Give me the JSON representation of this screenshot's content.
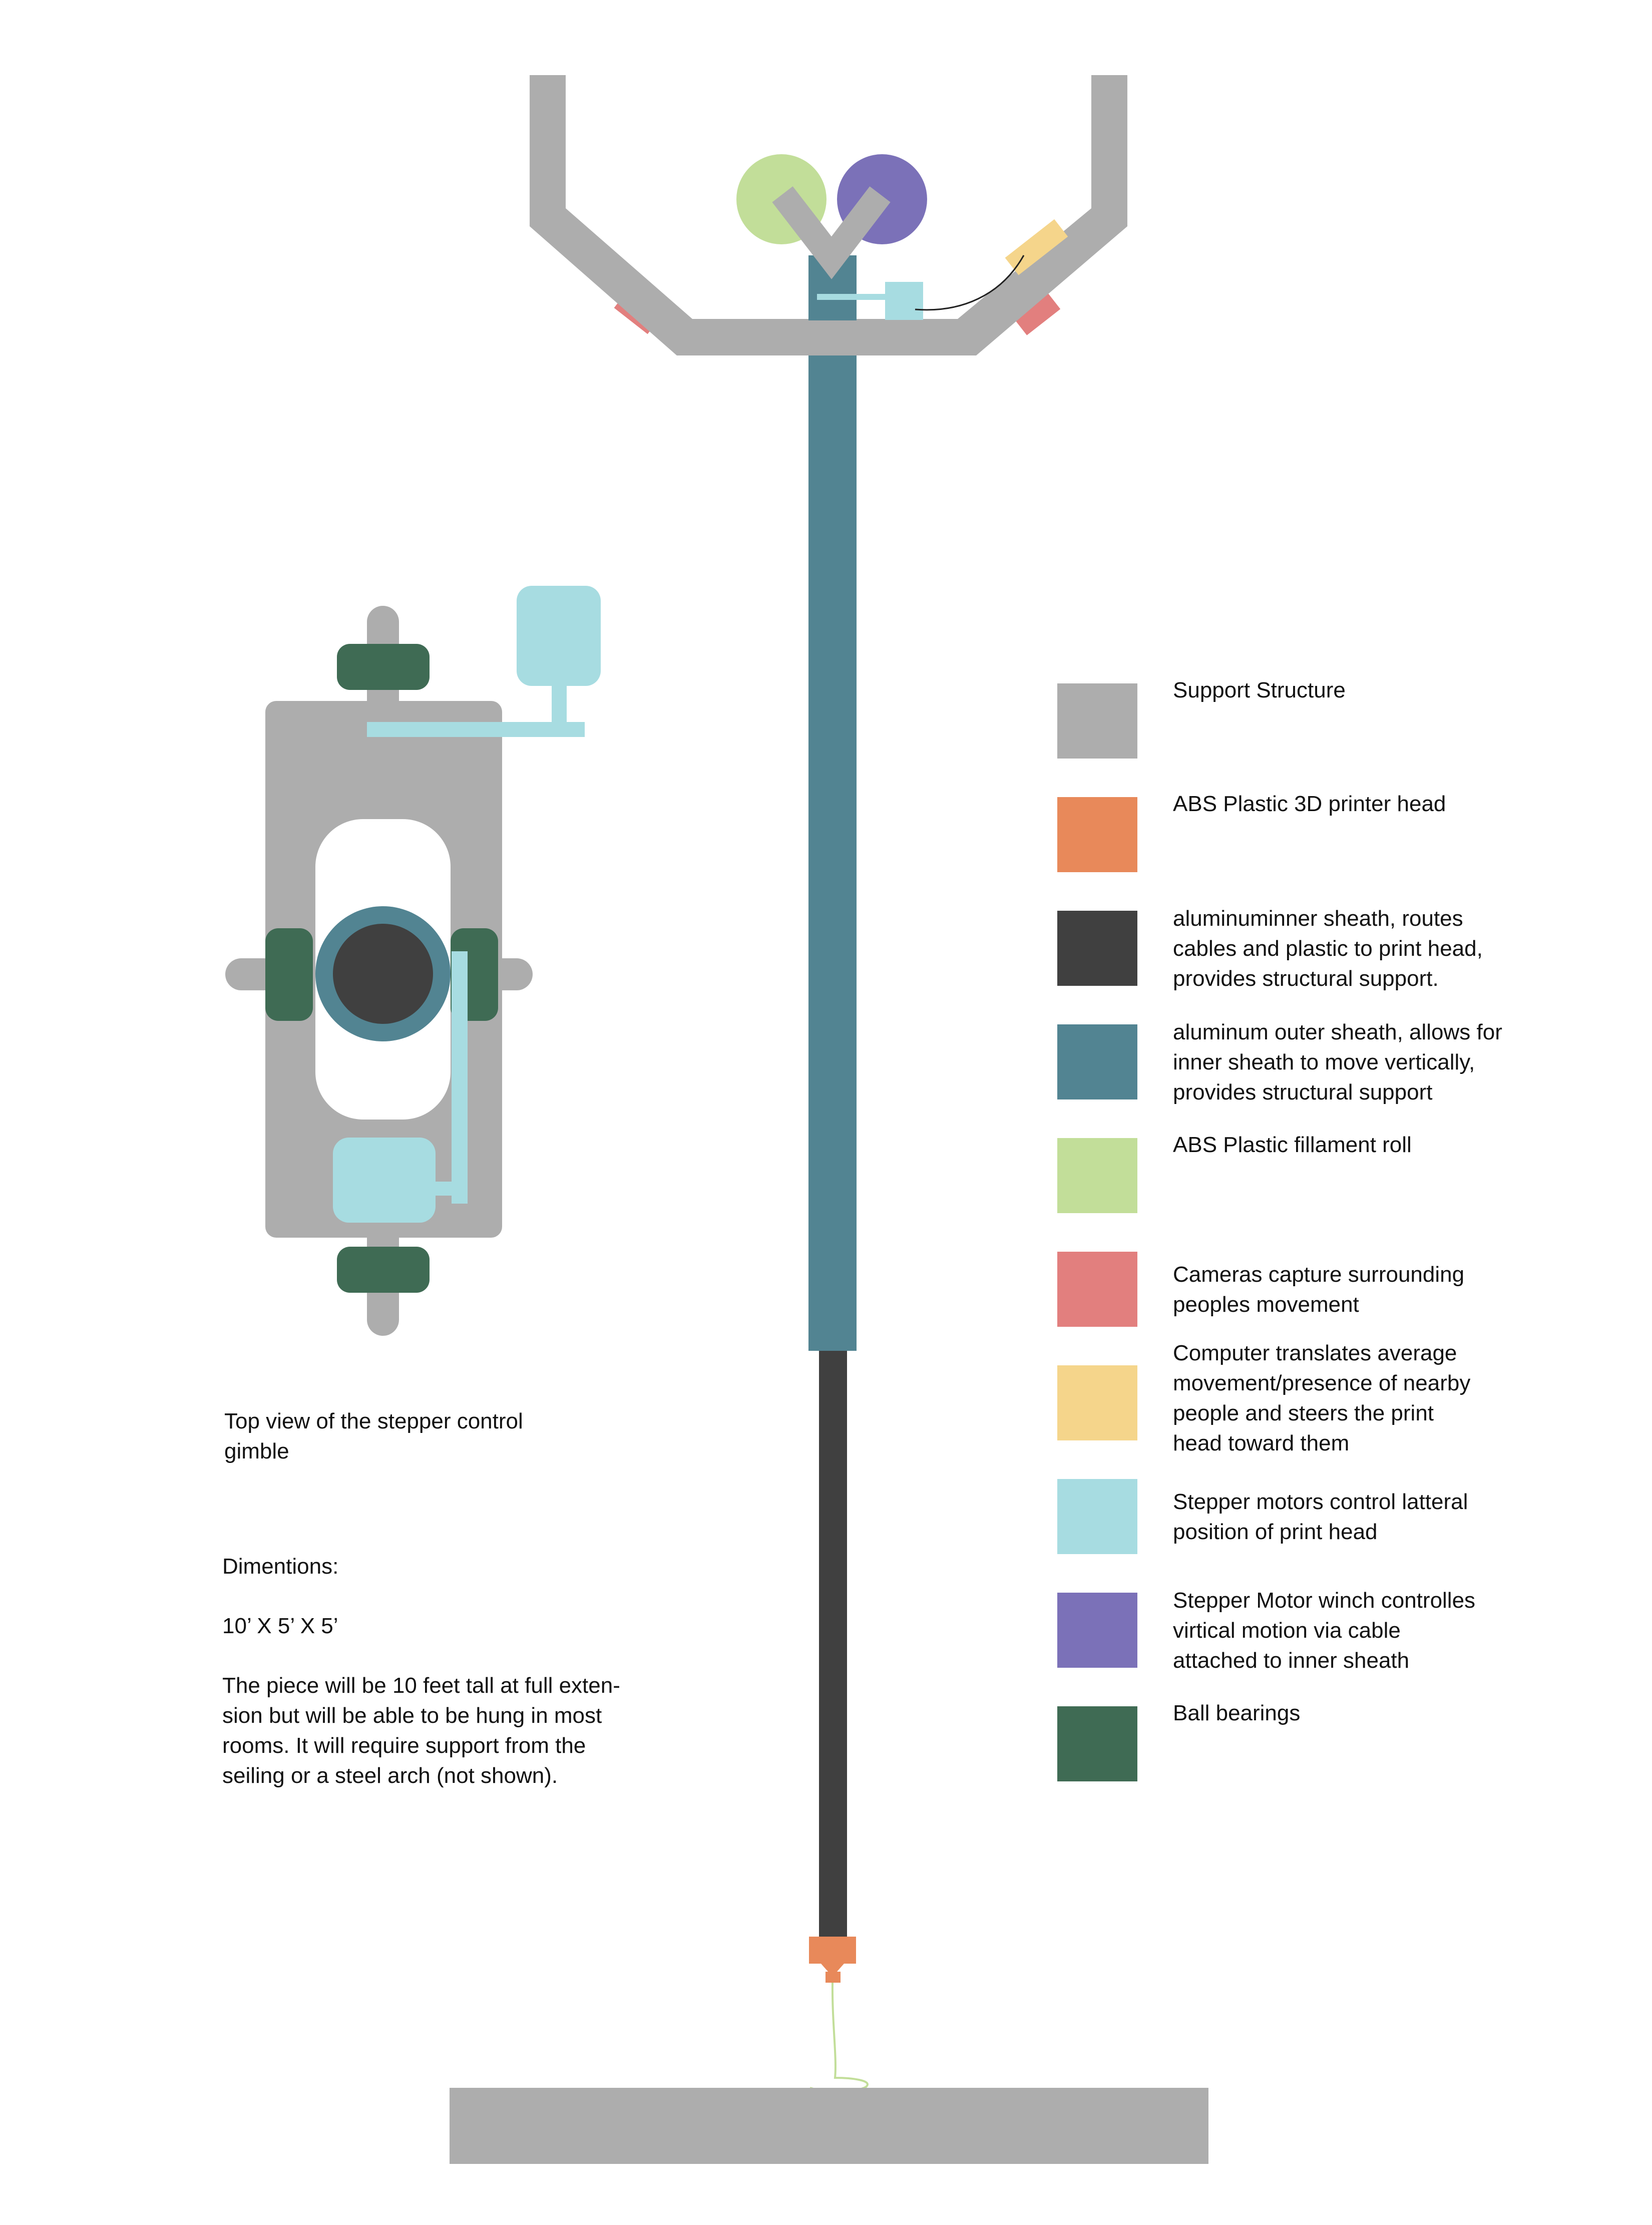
{
  "colors": {
    "support": "#adadad",
    "print_head": "#e8895a",
    "inner_sheath": "#404040",
    "outer_sheath": "#528492",
    "filament": "#c2de99",
    "camera": "#e27f7e",
    "computer": "#f5d58b",
    "stepper": "#a7dce1",
    "winch": "#7b71b8",
    "bearing": "#3f6b54"
  },
  "gimbal_caption": [
    "Top view of the stepper control",
    "gimble"
  ],
  "dimensions": {
    "heading": "Dimentions:",
    "size": "10’ X 5’ X 5’",
    "description": [
      "The piece will be 10 feet tall at full exten-",
      "sion but will be able to be hung in most",
      "rooms. It will require support from the",
      "seiling or a steel arch (not shown)."
    ]
  },
  "legend": [
    {
      "color": "support",
      "lines": [
        "Support Structure"
      ]
    },
    {
      "color": "print_head",
      "lines": [
        "ABS Plastic 3D printer head"
      ]
    },
    {
      "color": "inner_sheath",
      "lines": [
        "aluminuminner sheath, routes",
        "cables and plastic to print head,",
        "provides structural support."
      ]
    },
    {
      "color": "outer_sheath",
      "lines": [
        "aluminum outer sheath, allows for",
        "inner sheath to move vertically,",
        "provides structural support"
      ]
    },
    {
      "color": "filament",
      "lines": [
        "ABS Plastic fillament roll"
      ]
    },
    {
      "color": "camera",
      "lines": [
        "Cameras capture surrounding",
        "peoples movement"
      ]
    },
    {
      "color": "computer",
      "lines": [
        "Computer translates average",
        "movement/presence of nearby",
        "people and steers the print",
        "head toward them"
      ]
    },
    {
      "color": "stepper",
      "lines": [
        "Stepper motors control latteral",
        "position of print head"
      ]
    },
    {
      "color": "winch",
      "lines": [
        "Stepper Motor winch controlles",
        "virtical motion via cable",
        "attached to inner sheath"
      ]
    },
    {
      "color": "bearing",
      "lines": [
        "Ball bearings"
      ]
    }
  ]
}
